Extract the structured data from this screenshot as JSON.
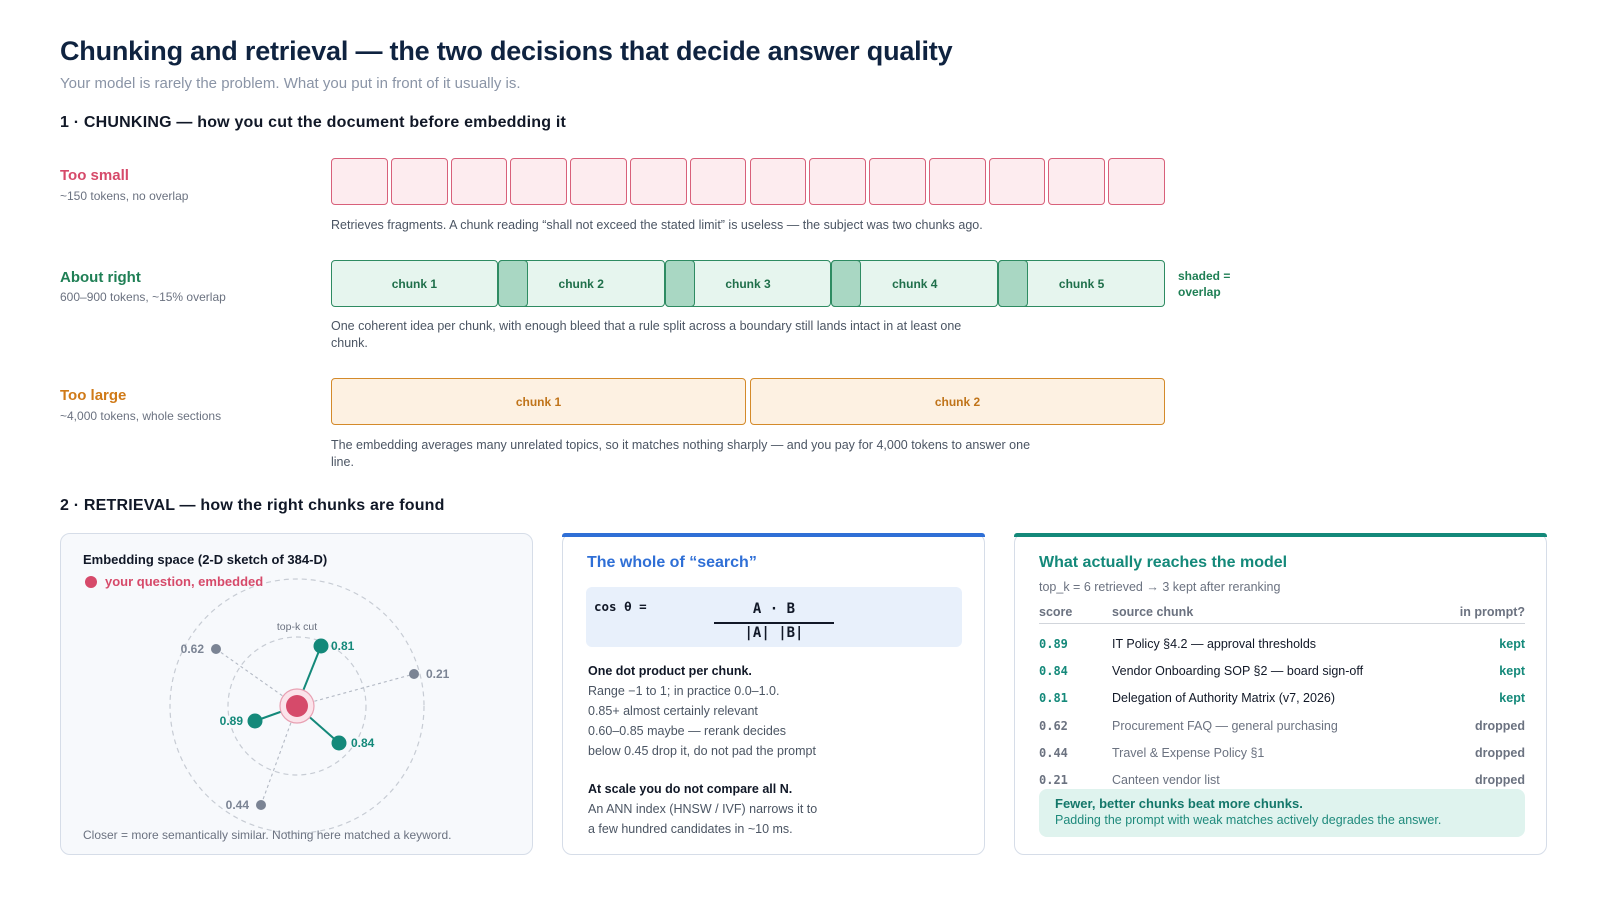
{
  "title": "Chunking and retrieval — the two decisions that decide answer quality",
  "subtitle": "Your model is rarely the problem. What you put in front of it usually is.",
  "section1": "1 · CHUNKING — how you cut the document before embedding it",
  "section2": "2 · RETRIEVAL — how the right chunks are found",
  "rows": {
    "small": {
      "label": "Too small",
      "sub": "~150 tokens, no overlap",
      "cell_count": 14,
      "note": "Retrieves fragments. A chunk reading “shall not exceed the stated limit” is useless — the subject was two chunks ago.",
      "color": "#d8607a"
    },
    "right": {
      "label": "About right",
      "sub": "600–900 tokens, ~15% overlap",
      "chunks": [
        "chunk 1",
        "chunk 2",
        "chunk 3",
        "chunk 4",
        "chunk 5"
      ],
      "overlap_fraction": 0.15,
      "note": "One coherent idea per chunk, with enough bleed that a rule split across a boundary still lands intact in at least one chunk.",
      "legend": "shaded = overlap",
      "color": "#2e8b62"
    },
    "large": {
      "label": "Too large",
      "sub": "~4,000 tokens, whole sections",
      "chunks": [
        "chunk 1",
        "chunk 2"
      ],
      "note": "The embedding averages many unrelated topics, so it matches nothing sharply — and you pay for 4,000 tokens to answer one line.",
      "color": "#d48a2a"
    }
  },
  "embed": {
    "title": "Embedding space (2-D sketch of 384-D)",
    "legend": "your question, embedded",
    "cut_label": "top-k cut",
    "footer": "Closer = more semantically similar. Nothing here matched a keyword.",
    "points": [
      {
        "label": "0.81",
        "kept": true
      },
      {
        "label": "0.89",
        "kept": true
      },
      {
        "label": "0.84",
        "kept": true
      },
      {
        "label": "0.62",
        "kept": false
      },
      {
        "label": "0.21",
        "kept": false
      },
      {
        "label": "0.44",
        "kept": false
      }
    ],
    "kept_color": "#14897a",
    "dropped_color": "#7b8494",
    "query_color": "#d64a6a"
  },
  "search": {
    "title": "The whole of “search”",
    "formula_left": "cos θ =",
    "numerator": "A · B",
    "denominator": "|A| |B|",
    "block1_head": "One dot product per chunk.",
    "block1_lines": [
      "Range −1 to 1; in practice 0.0–1.0.",
      "0.85+ almost certainly relevant",
      "0.60–0.85 maybe — rerank decides",
      "below 0.45 drop it, do not pad the prompt"
    ],
    "block2_head": "At scale you do not compare all N.",
    "block2_lines": [
      "An ANN index (HNSW / IVF) narrows it to",
      "a few hundred candidates in ~10 ms."
    ],
    "accent": "#2f6fd6"
  },
  "reach": {
    "title": "What actually reaches the model",
    "sub": "top_k = 6 retrieved → 3 kept after reranking",
    "headers": {
      "score": "score",
      "source": "source chunk",
      "in_prompt": "in prompt?"
    },
    "rows": [
      {
        "score": "0.89",
        "source": "IT Policy §4.2 — approval thresholds",
        "status": "kept"
      },
      {
        "score": "0.84",
        "source": "Vendor Onboarding SOP §2 — board sign-off",
        "status": "kept"
      },
      {
        "score": "0.81",
        "source": "Delegation of Authority Matrix (v7, 2026)",
        "status": "kept"
      },
      {
        "score": "0.62",
        "source": "Procurement FAQ — general purchasing",
        "status": "dropped"
      },
      {
        "score": "0.44",
        "source": "Travel & Expense Policy §1",
        "status": "dropped"
      },
      {
        "score": "0.21",
        "source": "Canteen vendor list",
        "status": "dropped"
      }
    ],
    "callout_head": "Fewer, better chunks beat more chunks.",
    "callout_body": "Padding the prompt with weak matches actively degrades the answer.",
    "accent": "#14897a"
  }
}
